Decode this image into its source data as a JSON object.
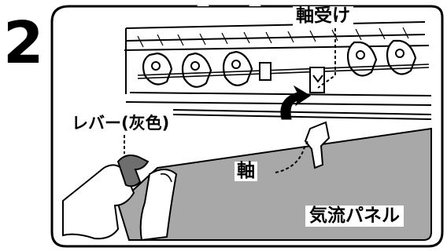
{
  "step": {
    "number": "2"
  },
  "labels": {
    "bearing": "軸受け",
    "lever": "レバー(灰色)",
    "shaft": "軸",
    "airflow_panel": "気流パネル"
  },
  "colors": {
    "frame": "#000000",
    "panel_fill": "#a8a8a8",
    "lever_fill": "#6e6e6e",
    "background": "#ffffff"
  },
  "icons": {
    "rotation_arrow": "curved-rotation-arrow"
  }
}
